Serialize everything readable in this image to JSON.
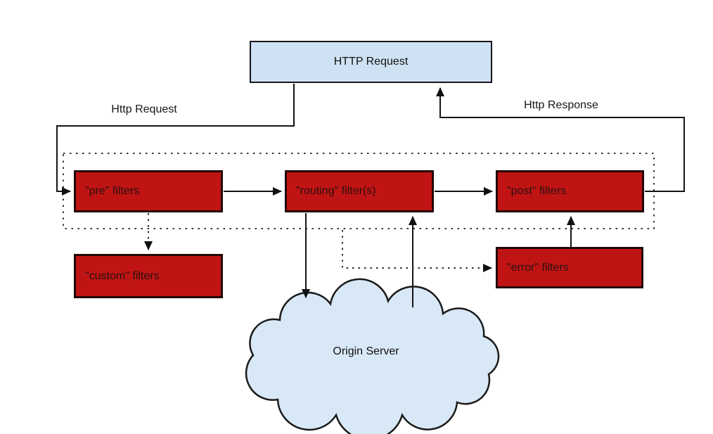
{
  "diagram": {
    "title_box": {
      "label": "HTTP Request"
    },
    "edge_labels": {
      "request": "Http Request",
      "response": "Http Response"
    },
    "filter_boxes": {
      "pre": "\"pre\" filters",
      "routing": "\"routing\" filter(s)",
      "post": "\"post\" filters",
      "custom": "\"custom\" filters",
      "error": "\"error\" filters"
    },
    "cloud": {
      "label": "Origin Server"
    },
    "colors": {
      "box_red": "#c01414",
      "box_red_border": "#240606",
      "box_red_text": "#2a1010",
      "box_blue": "#cfe2f3",
      "cloud_blue": "#d9e8f6",
      "line": "#141414",
      "dotted": "#3c3440"
    }
  }
}
